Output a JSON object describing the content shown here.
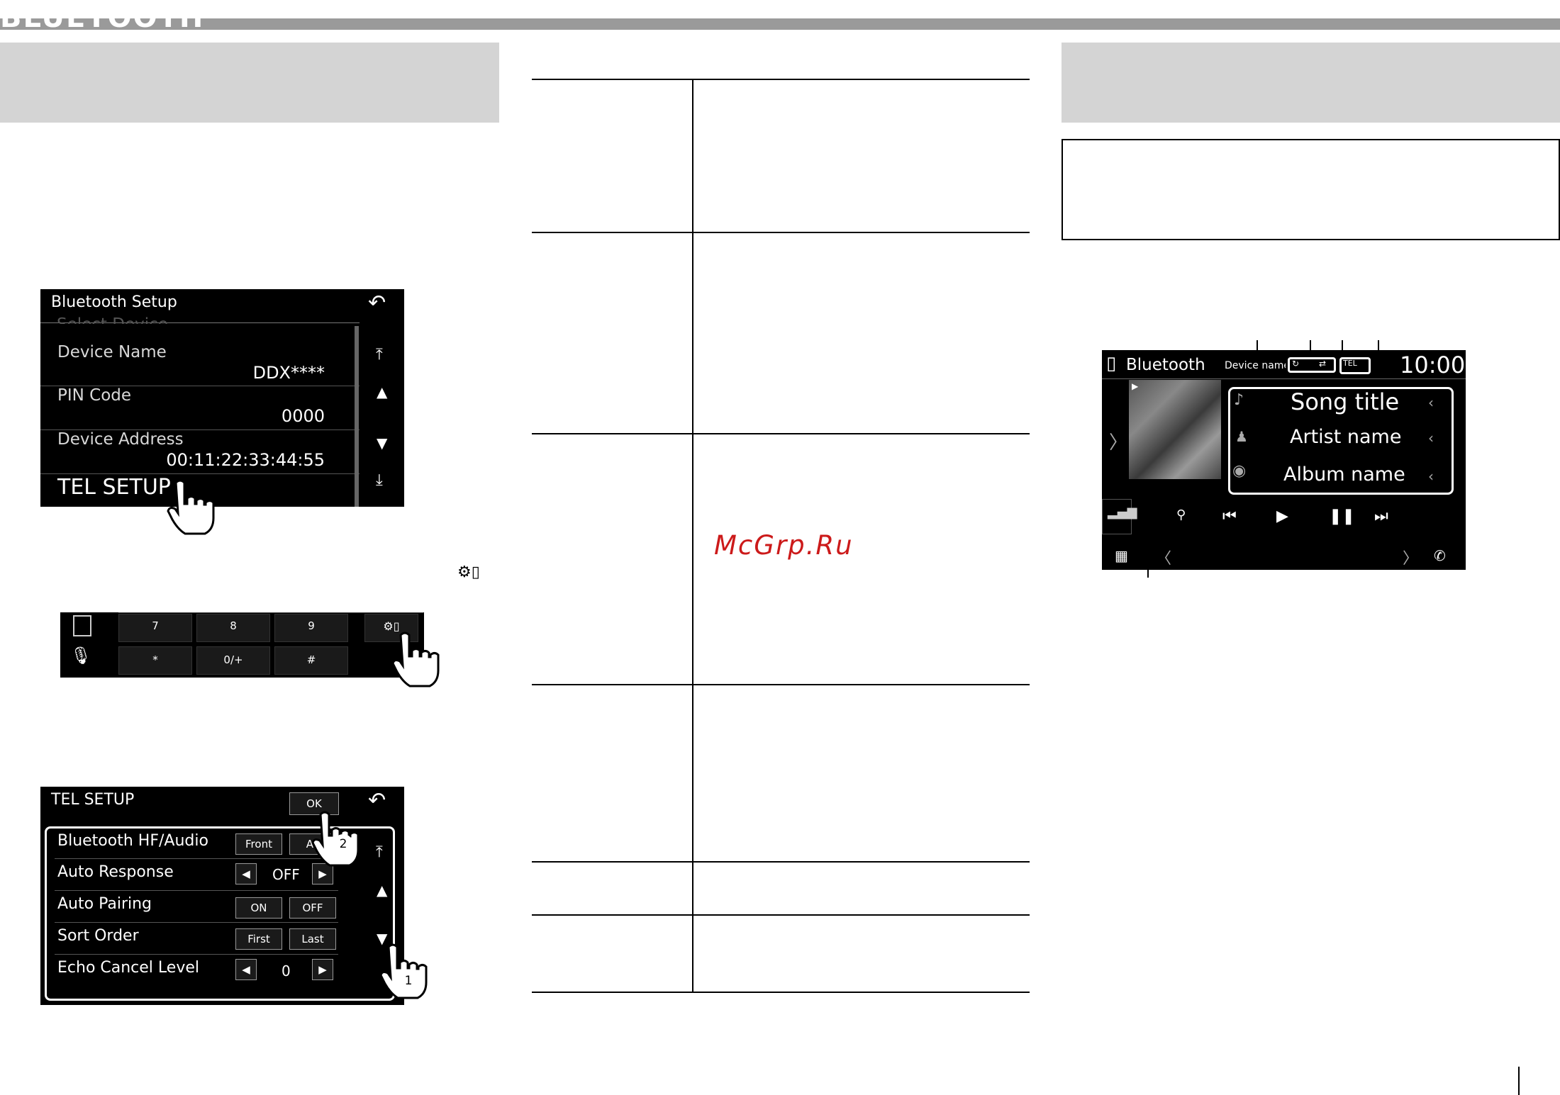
{
  "header": {
    "section_title": "BLUETOOTH"
  },
  "screen1": {
    "title": "Bluetooth Setup",
    "partial_item": "Select Device",
    "items": [
      {
        "label": "Device Name",
        "value": "DDX****"
      },
      {
        "label": "PIN Code",
        "value": "0000"
      },
      {
        "label": "Device Address",
        "value": "00:11:22:33:44:55"
      }
    ],
    "tel_setup": "TEL SETUP"
  },
  "screen2": {
    "keys_row1": [
      "7",
      "8",
      "9"
    ],
    "keys_row2": [
      "*",
      "0/+",
      "#"
    ]
  },
  "screen3": {
    "title": "TEL SETUP",
    "ok": "OK",
    "rows": [
      {
        "label": "Bluetooth HF/Audio",
        "a": "Front",
        "b": "All"
      },
      {
        "label": "Auto Response",
        "value": "OFF"
      },
      {
        "label": "Auto Pairing",
        "a": "ON",
        "b": "OFF"
      },
      {
        "label": "Sort Order",
        "a": "First",
        "b": "Last"
      },
      {
        "label": "Echo Cancel Level",
        "value": "0"
      }
    ],
    "step1": "1",
    "step2": "2"
  },
  "watermark": "McGrp.Ru",
  "player": {
    "source": "Bluetooth",
    "device_name": "Device name",
    "tel": "TEL",
    "time": "10:00",
    "song": "Song title",
    "artist": "Artist name",
    "album": "Album name"
  }
}
